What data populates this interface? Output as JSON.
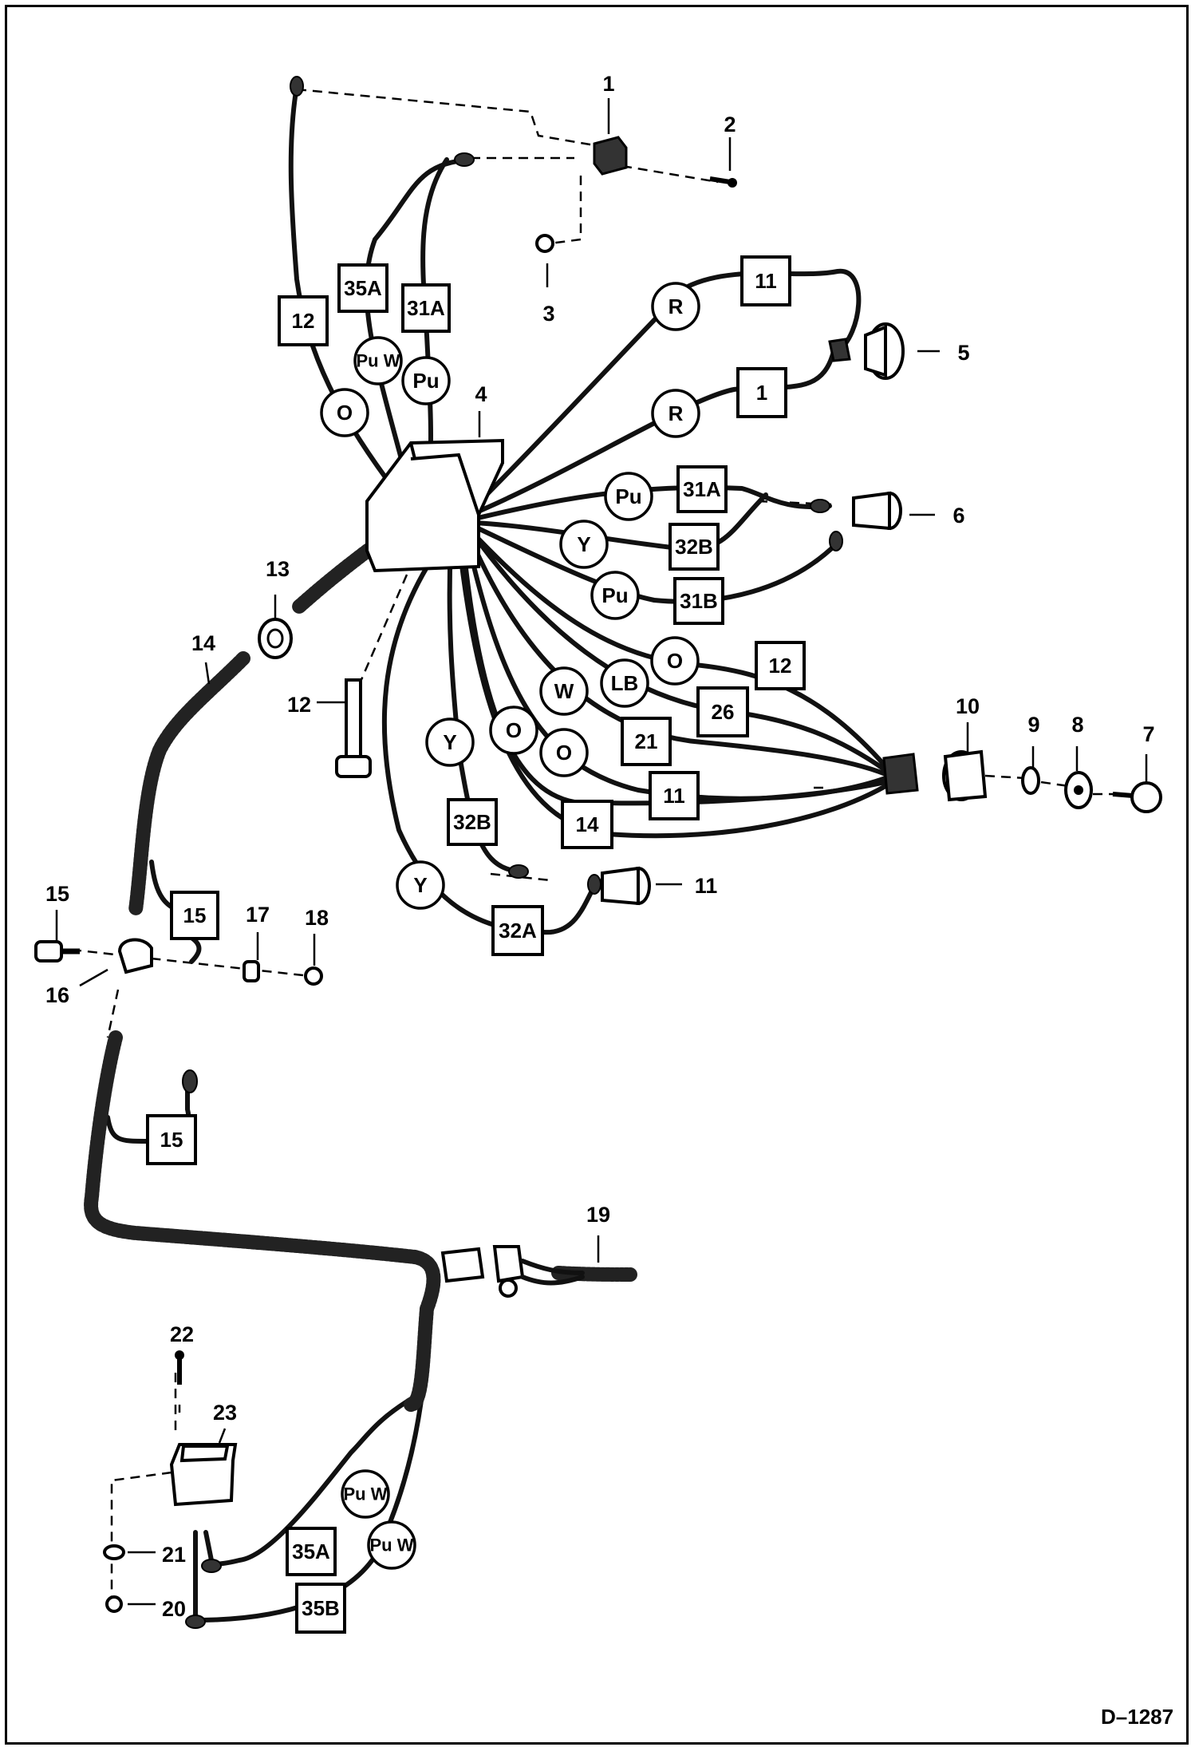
{
  "figure_ref": "D–1287",
  "callouts": {
    "c1": "1",
    "c2": "2",
    "c3": "3",
    "c4": "4",
    "c5": "5",
    "c6": "6",
    "c7": "7",
    "c8": "8",
    "c9": "9",
    "c10": "10",
    "c11": "11",
    "c12": "12",
    "c13": "13",
    "c14": "14",
    "c15": "15",
    "c16": "16",
    "c17": "17",
    "c18": "18",
    "c19": "19",
    "c20": "20",
    "c21": "21",
    "c22": "22",
    "c23": "23"
  },
  "wire_numbers": {
    "w12_top": "12",
    "w35A_top": "35A",
    "w31A_top": "31A",
    "w11_top": "11",
    "w1": "1",
    "w31A_mid": "31A",
    "w32B_mid": "32B",
    "w31B": "31B",
    "w12_right": "12",
    "w26": "26",
    "w21": "21",
    "w11_right": "11",
    "w14": "14",
    "w32B_low": "32B",
    "w32A": "32A",
    "w15_a": "15",
    "w15_b": "15",
    "w35A_bot": "35A",
    "w35B": "35B"
  },
  "wire_colors": {
    "o_top": "O",
    "puw_top": "Pu W",
    "pu_top": "Pu",
    "r_top": "R",
    "r_mid": "R",
    "pu_mid": "Pu",
    "y_mid": "Y",
    "pu_low": "Pu",
    "o_right": "O",
    "lb": "LB",
    "w_right": "W",
    "o_a": "O",
    "o_b": "O",
    "y_a": "Y",
    "y_b": "Y",
    "puw_bot1": "Pu W",
    "puw_bot2": "Pu W"
  }
}
